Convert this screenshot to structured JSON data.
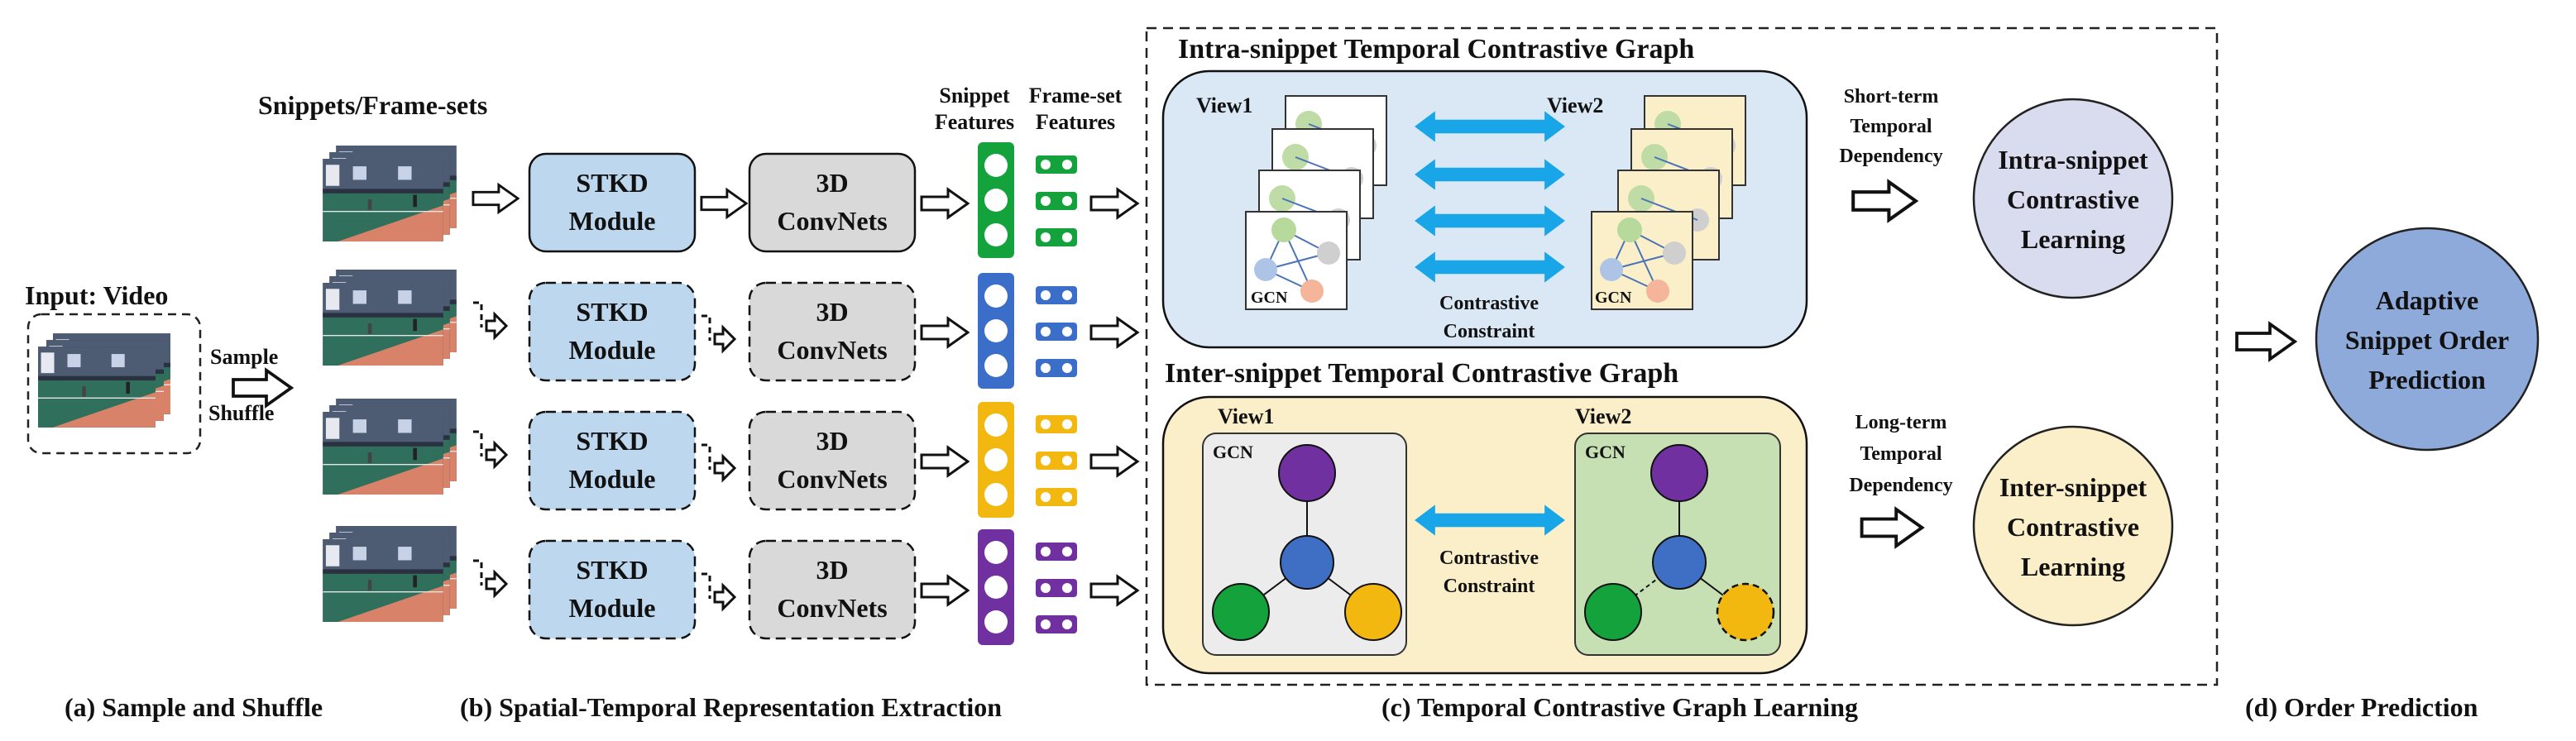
{
  "input": {
    "title": "Input: Video",
    "sample_label": "Sample",
    "shuffle_label": "Shuffle"
  },
  "snippets_title": "Snippets/Frame-sets",
  "stkd": {
    "line1": "STKD",
    "line2": "Module"
  },
  "convnet": {
    "line1": "3D",
    "line2": "ConvNets"
  },
  "features": {
    "snippet_line1": "Snippet",
    "snippet_line2": "Features",
    "frameset_line1": "Frame-set",
    "frameset_line2": "Features",
    "colors": [
      "#14a23d",
      "#3a6ec8",
      "#f3b810",
      "#7030a0"
    ]
  },
  "intra_graph": {
    "title": "Intra-snippet Temporal Contrastive Graph",
    "view1": "View1",
    "view2": "View2",
    "gcn": "GCN",
    "constraint_line1": "Contrastive",
    "constraint_line2": "Constraint"
  },
  "inter_graph": {
    "title": "Inter-snippet Temporal Contrastive Graph",
    "view1": "View1",
    "view2": "View2",
    "gcn": "GCN",
    "constraint_line1": "Contrastive",
    "constraint_line2": "Constraint"
  },
  "short_term": {
    "line1": "Short-term",
    "line2": "Temporal",
    "line3": "Dependency"
  },
  "long_term": {
    "line1": "Long-term",
    "line2": "Temporal",
    "line3": "Dependency"
  },
  "intra_learning": {
    "line1": "Intra-snippet",
    "line2": "Contrastive",
    "line3": "Learning"
  },
  "inter_learning": {
    "line1": "Inter-snippet",
    "line2": "Contrastive",
    "line3": "Learning"
  },
  "order_prediction": {
    "line1": "Adaptive",
    "line2": "Snippet Order",
    "line3": "Prediction"
  },
  "captions": {
    "a": "(a) Sample and Shuffle",
    "b": "(b) Spatial-Temporal Representation Extraction",
    "c": "(c) Temporal Contrastive Graph Learning",
    "d": "(d) Order Prediction"
  }
}
